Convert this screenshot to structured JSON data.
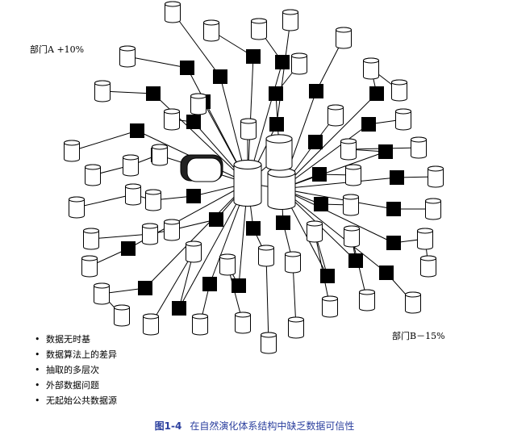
{
  "labels": {
    "dept_a": "部门A +10%",
    "dept_b": "部门B－15%"
  },
  "bullets": [
    "数据无时基",
    "数据算法上的差异",
    "抽取的多层次",
    "外部数据问题",
    "无起始公共数据源"
  ],
  "caption": {
    "number": "图1-4",
    "text": "在自然演化体系结构中缺乏数据可信性"
  },
  "colors": {
    "caption": "#2b3f9e",
    "box_fill": "#000000",
    "stroke": "#000000"
  }
}
